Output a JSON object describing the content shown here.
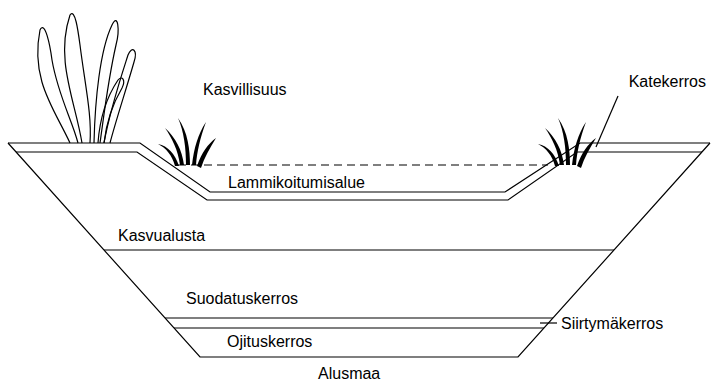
{
  "diagram": {
    "labels": [
      "Kasvillisuus",
      "Katekerros",
      "Lammikoitumisalue",
      "Kasvualusta",
      "Suodatuskerros",
      "Siirtymäkerros",
      "Ojituskerros",
      "Alusmaa"
    ]
  }
}
